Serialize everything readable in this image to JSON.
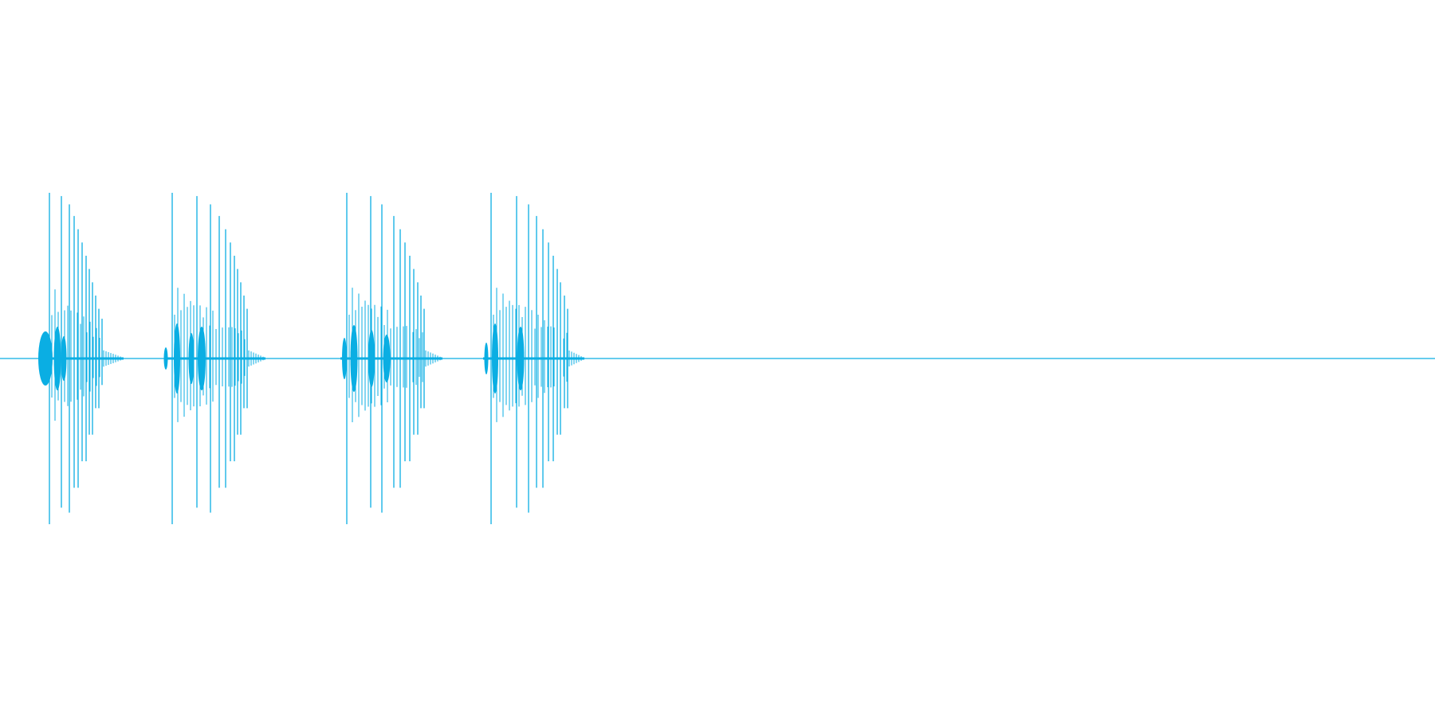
{
  "waveform": {
    "color": "#0aaee3",
    "background": "#ffffff",
    "bursts": [
      {
        "main_peak": 1.0,
        "spikes": [
          {
            "a": 0.0,
            "b": 0.0
          }
        ]
      },
      {
        "main_peak": 0.98
      },
      {
        "main_peak": 0.98
      },
      {
        "main_peak": 0.98
      }
    ]
  }
}
